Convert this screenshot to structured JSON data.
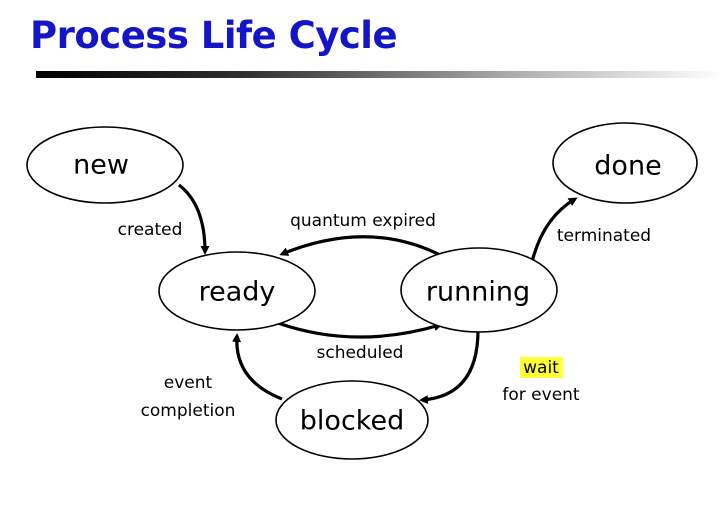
{
  "slide": {
    "title": "Process Life Cycle"
  },
  "states": {
    "new": "new",
    "ready": "ready",
    "running": "running",
    "blocked": "blocked",
    "done": "done"
  },
  "transitions": {
    "created": "created",
    "quantum_expired": "quantum expired",
    "scheduled": "scheduled",
    "terminated": "terminated",
    "wait_line1": "wait",
    "wait_line2": "for event",
    "event_completion_line1": "event",
    "event_completion_line2": "completion"
  },
  "colors": {
    "title": "#1515c8",
    "highlight": "#ffff33"
  }
}
